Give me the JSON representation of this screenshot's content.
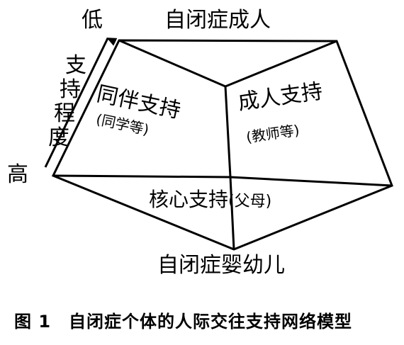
{
  "diagram": {
    "top_label": "自闭症成人",
    "bottom_label": "自闭症婴幼儿",
    "axis": {
      "low_label": "低",
      "high_label": "高",
      "title_chars": [
        "支",
        "持",
        "程",
        "度"
      ]
    },
    "faces": {
      "peer_support": "同伴支持",
      "peer_support_note": "(同学等)",
      "adult_support": "成人支持",
      "adult_support_note": "(教师等)",
      "core_support": "核心支持",
      "core_support_note": "(父母)"
    }
  },
  "caption": "图 1　自闭症个体的人际交往支持网络模型"
}
